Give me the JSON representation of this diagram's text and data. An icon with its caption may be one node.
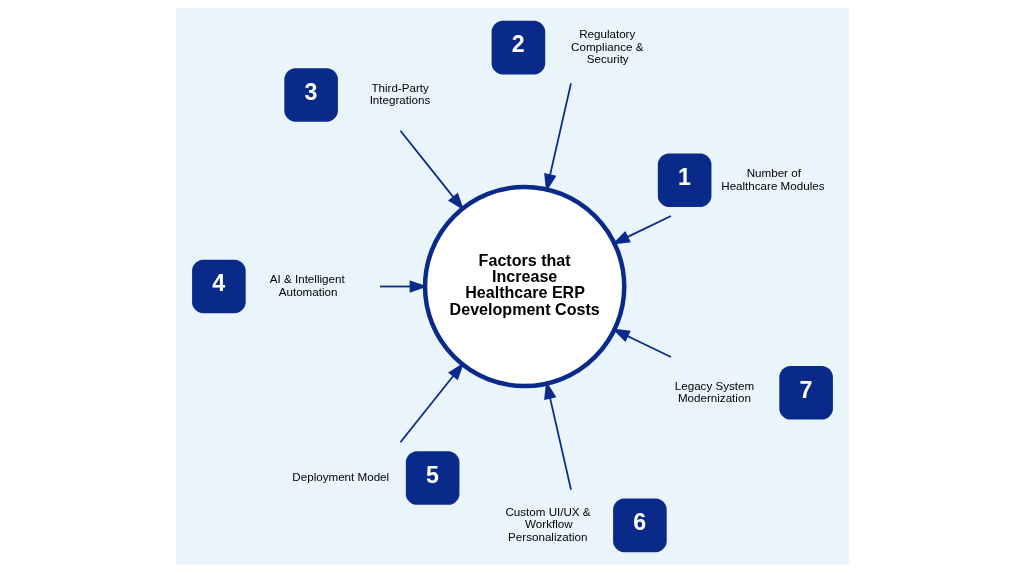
{
  "diagram": {
    "nodes": [
      {
        "text": [
          "Factors that Increase Healthcare ERP Development Costs"
        ]
      },
      {
        "text": [
          "1"
        ],
        "beside": [
          "Number of Healthcare Modules"
        ]
      },
      {
        "text": [
          "2"
        ],
        "beside": [
          "Regulatory Compliance & Security"
        ]
      },
      {
        "text": [
          "3"
        ],
        "beside": [
          "Third-Party Integrations"
        ]
      },
      {
        "text": [
          "4"
        ],
        "beside": [
          "AI & Intelligent Automation"
        ]
      },
      {
        "text": [
          "5"
        ],
        "beside": [
          "Deployment Model"
        ]
      },
      {
        "text": [
          "6"
        ],
        "beside": [
          "Custom UI/UX & Workflow Personalization"
        ]
      },
      {
        "text": [
          "7"
        ],
        "beside": [
          "Legacy System Modernization"
        ]
      }
    ],
    "edges": [
      {
        "from": 1,
        "to": 0,
        "arrow": "to"
      },
      {
        "from": 2,
        "to": 0,
        "arrow": "to"
      },
      {
        "from": 3,
        "to": 0,
        "arrow": "to"
      },
      {
        "from": 4,
        "to": 0,
        "arrow": "to"
      },
      {
        "from": 5,
        "to": 0,
        "arrow": "to"
      },
      {
        "from": 6,
        "to": 0,
        "arrow": "to"
      },
      {
        "from": 7,
        "to": 0,
        "arrow": "to"
      }
    ]
  }
}
